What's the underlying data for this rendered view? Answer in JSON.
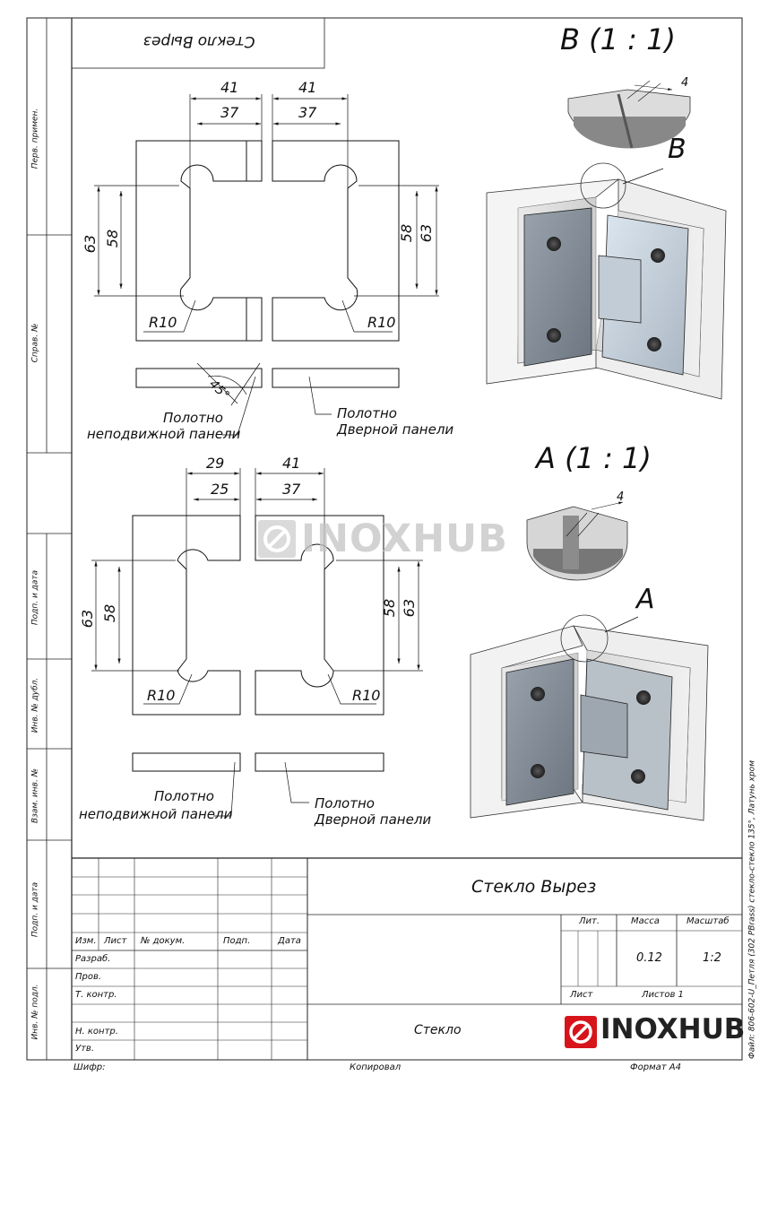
{
  "header": {
    "mirror_title": "Стекло Вырез"
  },
  "side_stamps": {
    "perv_primen": "Перв. примен.",
    "sprav_no": "Справ. №",
    "podp_data_1": "Подп. и дата",
    "inv_dubl": "Инв. № дубл.",
    "vzam_inv": "Взам. инв. №",
    "podp_data_2": "Подп. и дата",
    "inv_podl": "Инв. № подл."
  },
  "view_b": {
    "title": "B (1 : 1)",
    "callout": "B",
    "gap": "4"
  },
  "view_a": {
    "title": "A (1 : 1)",
    "callout": "A",
    "gap": "4"
  },
  "top_drawing": {
    "dims": {
      "left_outer": "41",
      "left_inner": "37",
      "right_outer": "41",
      "right_inner": "37",
      "left_h_outer": "63",
      "left_h_inner": "58",
      "right_h_inner": "58",
      "right_h_outer": "63",
      "left_radius": "R10",
      "right_radius": "R10",
      "angle": "45°"
    },
    "label_fixed_1": "Полотно",
    "label_fixed_2": "неподвижной панели",
    "label_door_1": "Полотно",
    "label_door_2": "Дверной панели"
  },
  "bottom_drawing": {
    "dims": {
      "left_outer": "29",
      "left_inner": "25",
      "right_outer": "41",
      "right_inner": "37",
      "left_h_outer": "63",
      "left_h_inner": "58",
      "right_h_inner": "58",
      "right_h_outer": "63",
      "left_radius": "R10",
      "right_radius": "R10"
    },
    "label_fixed_1": "Полотно",
    "label_fixed_2": "неподвижной панели",
    "label_door_1": "Полотно",
    "label_door_2": "Дверной панели"
  },
  "watermark": "INOXHUB",
  "title_block": {
    "doc_title": "Стекло Вырез",
    "col_izm": "Изм.",
    "col_list": "Лист",
    "col_dokum": "№ докум.",
    "col_podp": "Подп.",
    "col_data": "Дата",
    "razrab": "Разраб.",
    "prov": "Пров.",
    "t_kontr": "Т. контр.",
    "n_kontr": "Н. контр.",
    "utv": "Утв.",
    "material": "Стекло",
    "lit": "Лит.",
    "massa": "Масса",
    "masshtab": "Масштаб",
    "massa_value": "0.12",
    "scale_value": "1:2",
    "sheet": "Лист",
    "sheets_total": "Листов 1",
    "company": "INOXHUB"
  },
  "footer": {
    "shifr": "Шифр:",
    "kopiroval": "Копировал",
    "format": "Формат А4"
  },
  "file_note": "Файл: 806-602-U_Петля (302 PBrass) стекло-стекло 135°, Латунь хром"
}
